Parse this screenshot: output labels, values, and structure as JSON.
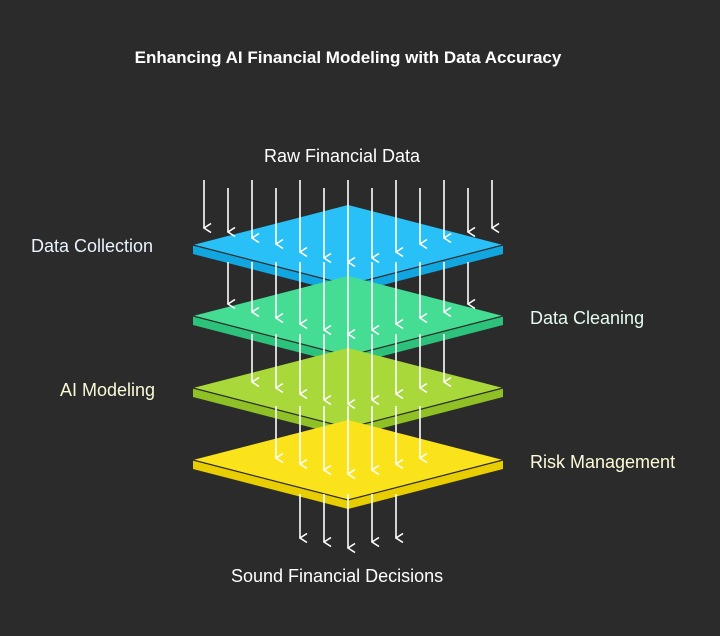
{
  "title": "Enhancing AI Financial Modeling with Data Accuracy",
  "top_label": "Raw Financial Data",
  "bottom_label": "Sound Financial Decisions",
  "layers": [
    {
      "label": "Data Collection",
      "side": "left",
      "color": "#29c0f7",
      "edge": "#12a6e0"
    },
    {
      "label": "Data Cleaning",
      "side": "right",
      "color": "#45dc94",
      "edge": "#2cc27b"
    },
    {
      "label": "AI Modeling",
      "side": "left",
      "color": "#a8d83a",
      "edge": "#8fc026"
    },
    {
      "label": "Risk Management",
      "side": "right",
      "color": "#fbe31c",
      "edge": "#e8cd00"
    }
  ]
}
